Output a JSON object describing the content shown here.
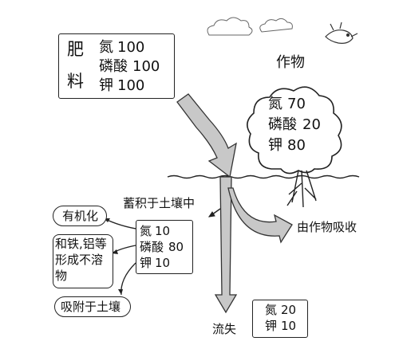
{
  "fertilizer": {
    "title_char_1": "肥",
    "title_char_2": "料",
    "items": [
      {
        "name": "氮",
        "value": "100"
      },
      {
        "name": "磷酸",
        "value": "100"
      },
      {
        "name": "钾",
        "value": "100"
      }
    ]
  },
  "crop": {
    "title": "作物",
    "items": [
      {
        "name": "氮",
        "value": "70"
      },
      {
        "name": "磷酸",
        "value": "20"
      },
      {
        "name": "钾",
        "value": "80"
      }
    ]
  },
  "absorption_label": "由作物吸收",
  "soil_store": {
    "title": "蓄积于土壤中",
    "items": [
      {
        "name": "氮",
        "value": "10"
      },
      {
        "name": "磷酸",
        "value": "80"
      },
      {
        "name": "钾",
        "value": "10"
      }
    ]
  },
  "fates": {
    "organic": "有机化",
    "insoluble_line1": "和铁,铝等",
    "insoluble_line2": "形成不溶",
    "insoluble_line3": "物",
    "adsorbed": "吸附于土壤"
  },
  "runoff": {
    "label": "流失",
    "items": [
      {
        "name": "氮",
        "value": "20"
      },
      {
        "name": "钾",
        "value": "10"
      }
    ]
  },
  "colors": {
    "arrow_fill": "#c8c8c8",
    "line": "#222222"
  }
}
